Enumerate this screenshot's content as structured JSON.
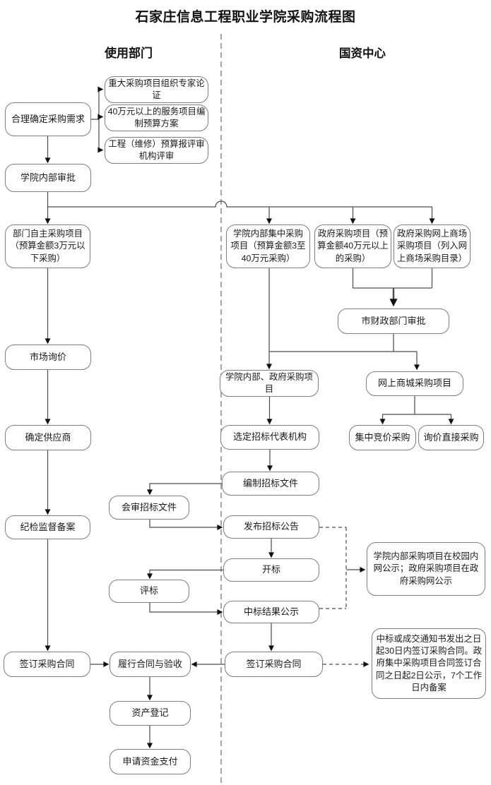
{
  "title": "石家庄信息工程职业学院采购流程图",
  "lanes": {
    "left": "使用部门",
    "right": "国资中心"
  },
  "colors": {
    "background": "#ffffff",
    "box_border": "#7d7d7d",
    "line": "#4a4a4a",
    "arrowhead": "#111111",
    "separator": "#8f8f8f",
    "text": "#1a1a1a"
  },
  "nodes": {
    "determine_needs": "合理确定采购需求",
    "expert_review": "重大采购项目组织专家论证",
    "service_budget": "40万元以上的服务项目编制预算方案",
    "engineering_review": "工程（维修）预算报评审机构评审",
    "internal_approval": "学院内部审批",
    "dept_self": "部门自主采购项目（预算金额3万元以下采购）",
    "college_central": "学院内部集中采购项目（预算金额3至40万元采购）",
    "gov_procurement": "政府采购项目（预算金额40万元以上的采购）",
    "gov_online_mall": "政府采购网上商场采购项目（列入网上商场采购目录）",
    "finance_approval": "市财政部门审批",
    "market_inquiry": "市场询价",
    "college_gov_projects": "学院内部、政府采购项目",
    "online_mall_project": "网上商城采购项目",
    "confirm_supplier": "确定供应商",
    "select_agency": "选定招标代表机构",
    "central_bidding": "集中竞价采购",
    "inquiry_direct": "询价直接采购",
    "prepare_docs": "编制招标文件",
    "joint_review": "会审招标文件",
    "discipline_record": "纪检监督备案",
    "publish_announcement": "发布招标公告",
    "open_bid": "开标",
    "evaluate_bid": "评标",
    "result_publicity": "中标结果公示",
    "publicity_note": "学院内部采购项目在校园内网公示；政府采购项目在政府采购网公示",
    "sign_contract_left": "签订采购合同",
    "perform_contract": "履行合同与验收",
    "sign_contract_right": "签订采购合同",
    "contract_note": "中标或成交通知书发出之日起30日内签订采购合同。政府集中采购项目合同签订合同之日起2日公示，7个工作日内备案",
    "asset_register": "资产登记",
    "apply_payment": "申请资金支付"
  }
}
